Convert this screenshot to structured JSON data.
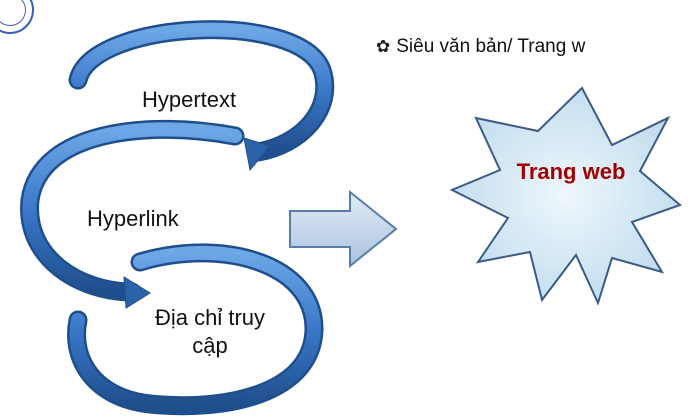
{
  "bullet": {
    "text": "Siêu văn bản/ Trang w",
    "icon": "flower-bullet-icon"
  },
  "cycle": {
    "items": [
      {
        "label": "Hypertext"
      },
      {
        "label": "Hyperlink"
      },
      {
        "label": "Địa chỉ truy cập"
      }
    ]
  },
  "arrow": {
    "icon": "right-arrow-icon"
  },
  "star": {
    "label": "Trang web"
  },
  "colors": {
    "loop_blue": "#3a78c9",
    "loop_dark": "#1f4e8c",
    "arrow_fill": "#c6d7ea",
    "arrow_stroke": "#5a7ca8",
    "star_fill": "#d9ecf7",
    "star_stroke": "#3b5a86",
    "star_text": "#a00000"
  },
  "logo": {
    "icon": "school-seal-logo"
  }
}
